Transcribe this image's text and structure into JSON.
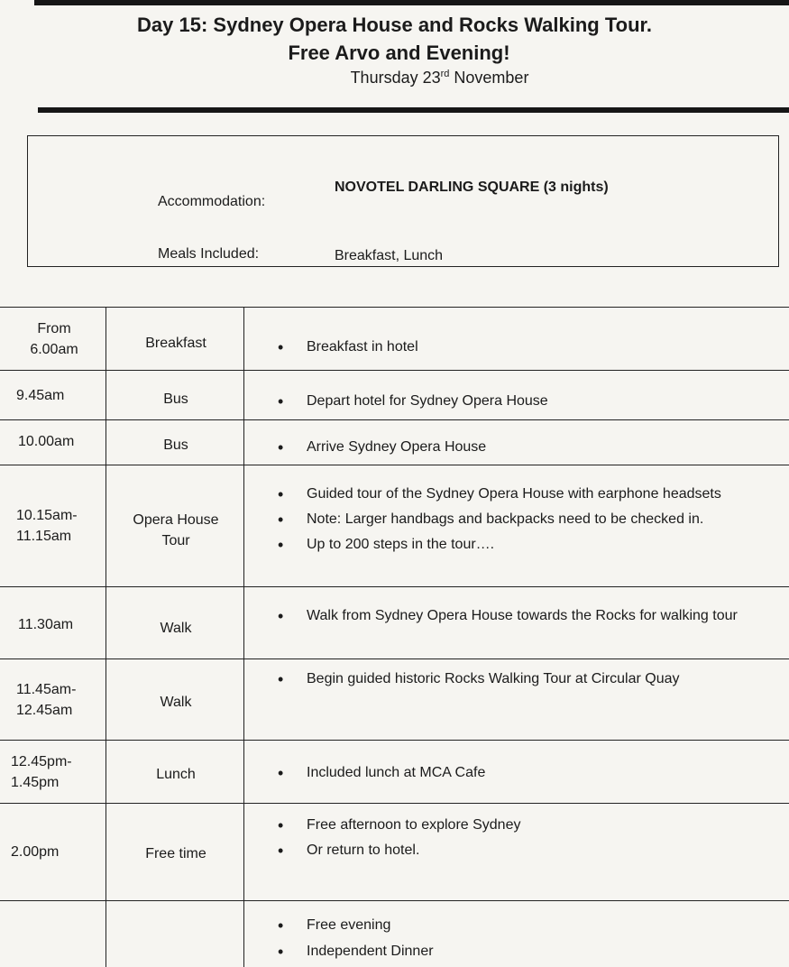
{
  "header": {
    "title_line1": "Day 15: Sydney Opera House and Rocks Walking Tour.",
    "title_line2": "Free Arvo and Evening!",
    "date_prefix": "Thursday 23",
    "date_suffix": "rd",
    "date_month": " November"
  },
  "info": {
    "accommodation_label": "Accommodation:",
    "accommodation_value": "NOVOTEL DARLING SQUARE (3 nights)",
    "meals_label": "Meals Included:",
    "meals_value": "Breakfast, Lunch"
  },
  "schedule": [
    {
      "time_line1": "From",
      "time_line2": "6.00am",
      "activity_line1": "Breakfast",
      "activity_line2": "",
      "notes": [
        "Breakfast in hotel"
      ]
    },
    {
      "time_line1": "9.45am",
      "time_line2": "",
      "activity_line1": "Bus",
      "activity_line2": "",
      "notes": [
        "Depart hotel for Sydney Opera House"
      ]
    },
    {
      "time_line1": "10.00am",
      "time_line2": "",
      "activity_line1": "Bus",
      "activity_line2": "",
      "notes": [
        "Arrive Sydney Opera House"
      ]
    },
    {
      "time_line1": "10.15am-",
      "time_line2": "11.15am",
      "activity_line1": "Opera House",
      "activity_line2": "Tour",
      "notes": [
        "Guided tour of the Sydney Opera House with earphone headsets",
        "Note: Larger handbags and backpacks need to be checked in.",
        "Up to 200 steps in the tour…."
      ]
    },
    {
      "time_line1": "11.30am",
      "time_line2": "",
      "activity_line1": "Walk",
      "activity_line2": "",
      "notes": [
        "Walk from Sydney Opera House towards the Rocks for walking tour"
      ]
    },
    {
      "time_line1": "11.45am-",
      "time_line2": "12.45am",
      "activity_line1": "Walk",
      "activity_line2": "",
      "notes": [
        "Begin guided historic Rocks Walking Tour at Circular Quay"
      ]
    },
    {
      "time_line1": "12.45pm-",
      "time_line2": "1.45pm",
      "activity_line1": "Lunch",
      "activity_line2": "",
      "notes": [
        "Included lunch at MCA Cafe"
      ]
    },
    {
      "time_line1": "2.00pm",
      "time_line2": "",
      "activity_line1": "Free time",
      "activity_line2": "",
      "notes": [
        "Free afternoon to explore Sydney",
        "Or return to hotel."
      ]
    },
    {
      "time_line1": "",
      "time_line2": "",
      "activity_line1": "",
      "activity_line2": "",
      "notes": [
        "Free evening",
        "Independent Dinner"
      ]
    }
  ]
}
